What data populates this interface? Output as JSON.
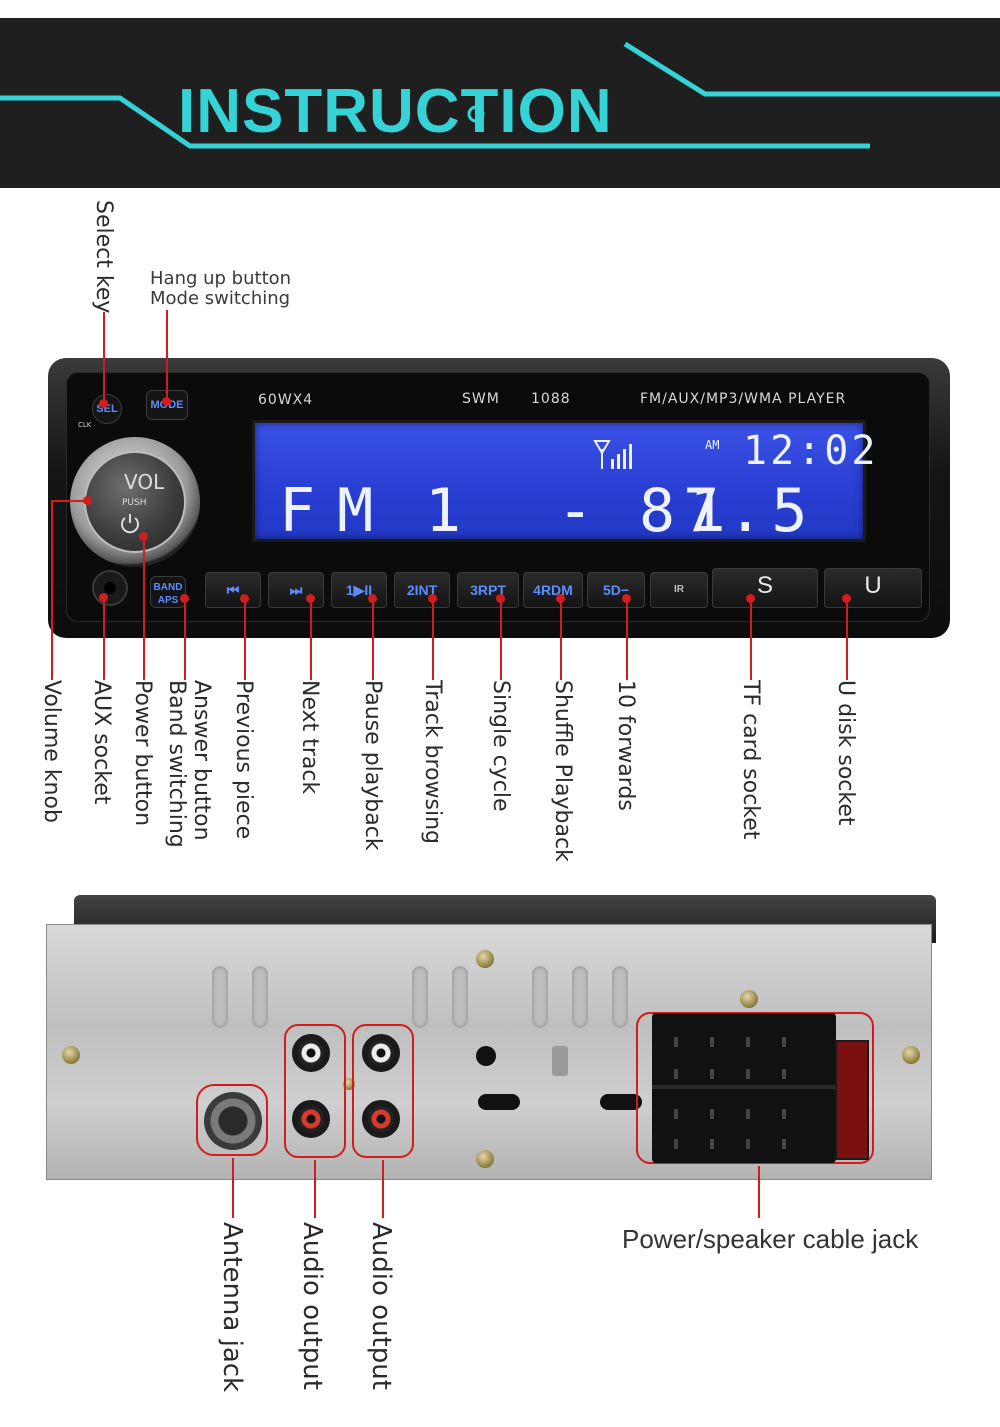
{
  "banner": {
    "title": "INSTRUCTION",
    "accent_color": "#35d3d6",
    "background": "#1f1f1f"
  },
  "front_panel": {
    "model_power": "60WX4",
    "brand": "SWM",
    "model_number": "1088",
    "player_type": "FM/AUX/MP3/WMA PLAYER",
    "lcd": {
      "band": "FM",
      "preset": "1 - 1",
      "frequency": "87.5",
      "am_pm": "AM",
      "time": "12:02",
      "signal_icon": "antenna-signal-icon"
    },
    "knob": {
      "label": "VOL",
      "sub_label": "PUSH"
    },
    "small_buttons": {
      "sel": "SEL",
      "clk": "CLK",
      "mode": "MODE",
      "band": "BAND",
      "aps": "APS"
    },
    "buttons": [
      {
        "label": "⏮",
        "icon": "previous-icon"
      },
      {
        "label": "⏭",
        "icon": "next-icon"
      },
      {
        "label": "1▶II",
        "icon": "play-pause-icon"
      },
      {
        "label": "2INT"
      },
      {
        "label": "3RPT"
      },
      {
        "label": "4RDM"
      },
      {
        "label": "5D−"
      },
      {
        "label": "IR",
        "icon": "ir-sensor-icon"
      },
      {
        "label": "S"
      },
      {
        "label": "U"
      }
    ]
  },
  "front_labels": {
    "select_key": "Select key",
    "hang_up": "Hang up button",
    "mode_switching": "Mode switching",
    "volume_knob": "Volume knob",
    "aux_socket": "AUX socket",
    "power_button": "Power button",
    "answer_button": "Answer button",
    "band_switching": "Band switching",
    "previous_piece": "Previous piece",
    "next_track": "Next track",
    "pause_playback": "Pause playback",
    "track_browsing": "Track browsing",
    "single_cycle": "Single cycle",
    "shuffle_playback": "Shuffle Playback",
    "ten_forwards": "10 forwards",
    "tf_card_socket": "TF card socket",
    "u_disk_socket": "U disk socket"
  },
  "rear_labels": {
    "antenna_jack": "Antenna jack",
    "audio_output_1": "Audio output",
    "audio_output_2": "Audio output",
    "power_speaker": "Power/speaker cable jack"
  },
  "colors": {
    "leader": "#d21d1d",
    "lcd_blue": "#2a3fd4",
    "button_blue": "#5b8dff"
  }
}
